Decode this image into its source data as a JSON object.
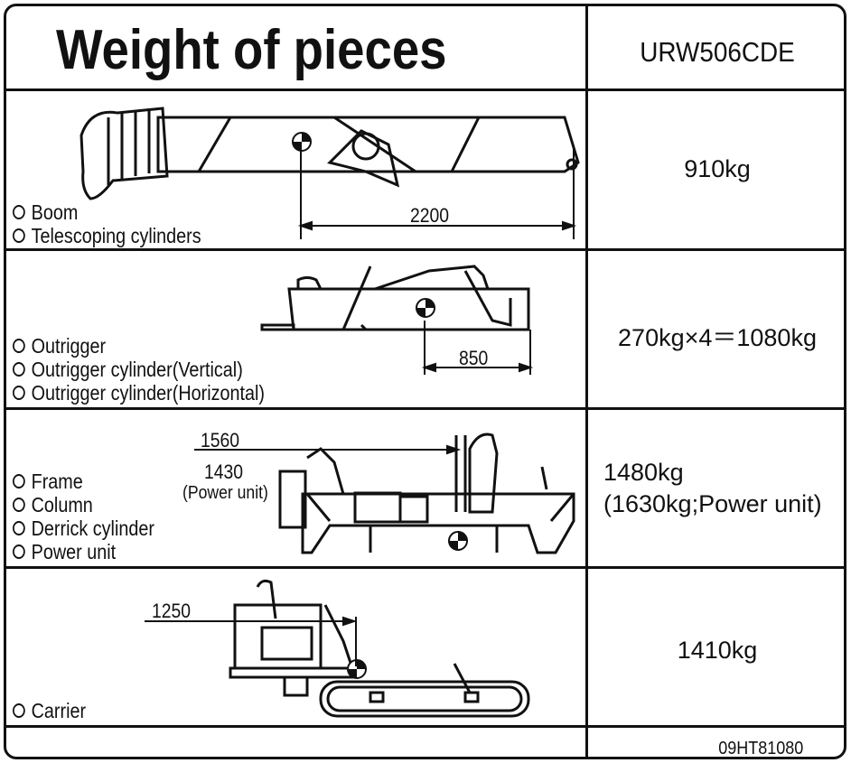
{
  "title": "Weight of pieces",
  "model": "URW506CDE",
  "code": "09HT81080",
  "rows": [
    {
      "parts": [
        "Boom",
        "Telescoping cylinders"
      ],
      "dimension": "2200",
      "weight": "910kg"
    },
    {
      "parts": [
        "Outrigger",
        "Outrigger cylinder(Vertical)",
        "Outrigger cylinder(Horizontal)"
      ],
      "dimension": "850",
      "weight": "270kg×4＝1080kg"
    },
    {
      "parts": [
        "Frame",
        "Column",
        "Derrick cylinder",
        "Power unit"
      ],
      "dimension_1": "1560",
      "dimension_2": "1430",
      "dimension_2_note": "(Power unit)",
      "weight": "1480kg",
      "weight_note": "(1630kg;Power unit)"
    },
    {
      "parts": [
        "Carrier"
      ],
      "dimension": "1250",
      "weight": "1410kg"
    }
  ],
  "icons": {
    "bullet": "circle-bullet-icon",
    "center_of_gravity": "center-of-gravity-icon"
  },
  "colors": {
    "ink": "#111111",
    "background": "#ffffff"
  }
}
